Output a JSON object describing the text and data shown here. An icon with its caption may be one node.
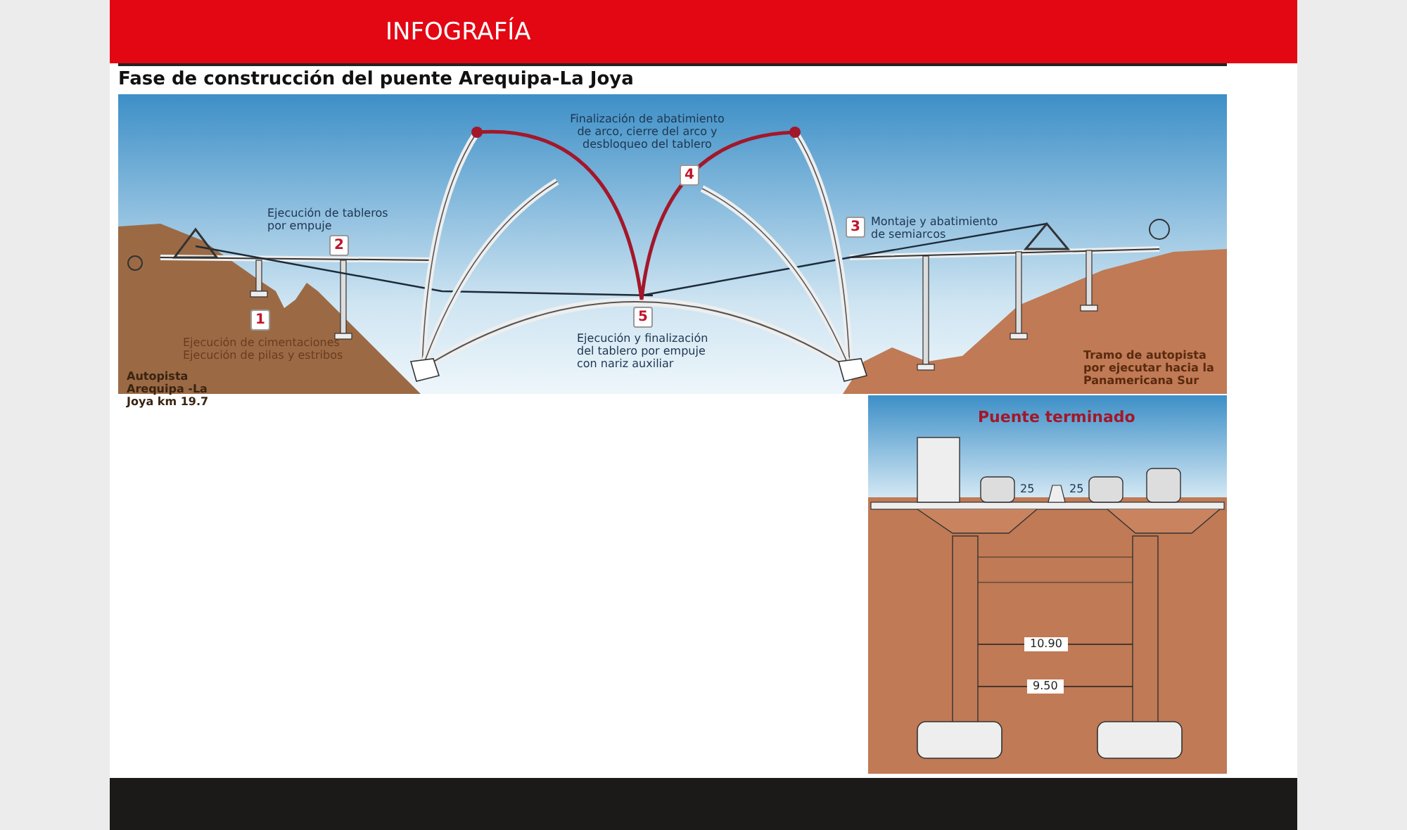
{
  "diagram": {
    "title": "Fase de construcción del puente Arequipa-La Joya",
    "labels": [
      "INFOGRAFÍA",
      "Finalización de abatimiento de arco, cierre del arco y desbloqueo del tablero",
      "4",
      "Ejecución de tableros por empuje",
      "2",
      "3",
      "Montaje y abatimiento de semiarcos",
      "1",
      "5",
      "Ejecución de cimentaciones",
      "Ejecución de pilas y estribos",
      "Ejecución y finalización del tablero por empuje con nariz auxiliar",
      "Tramo de autopista por ejecutar hacia la Panamericana Sur",
      "Autopista Arequipa -La Joya km 19.7",
      "Puente terminado",
      "25",
      "25",
      "10.90",
      "9.50"
    ]
  }
}
